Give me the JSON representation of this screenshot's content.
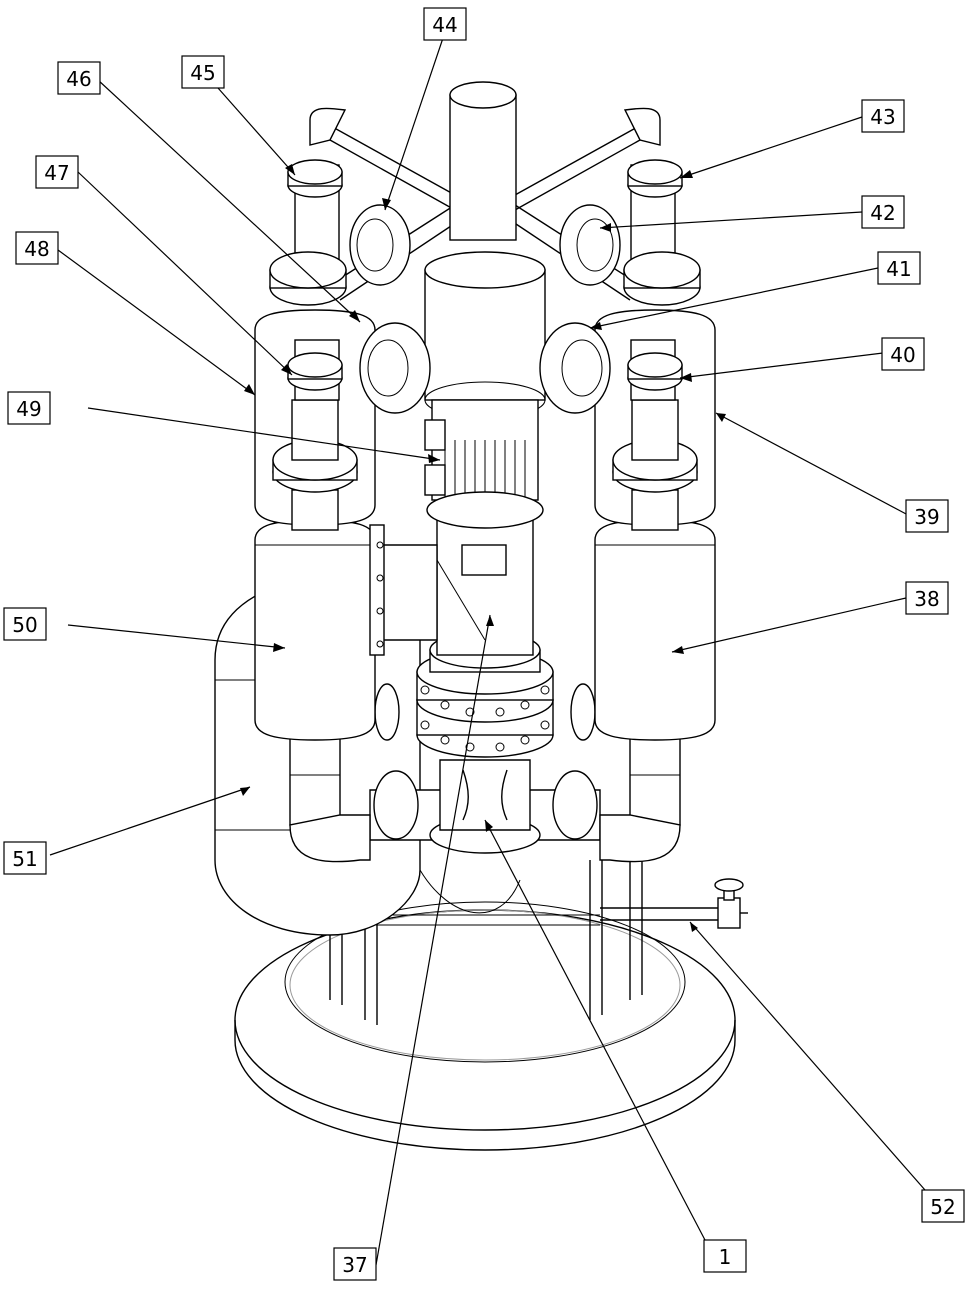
{
  "labels": {
    "l44": "44",
    "l45": "45",
    "l46": "46",
    "l43": "43",
    "l47": "47",
    "l42": "42",
    "l48": "48",
    "l41": "41",
    "l40": "40",
    "l49": "49",
    "l39": "39",
    "l38": "38",
    "l50": "50",
    "l51": "51",
    "l52": "52",
    "l37": "37",
    "l1": "1"
  }
}
